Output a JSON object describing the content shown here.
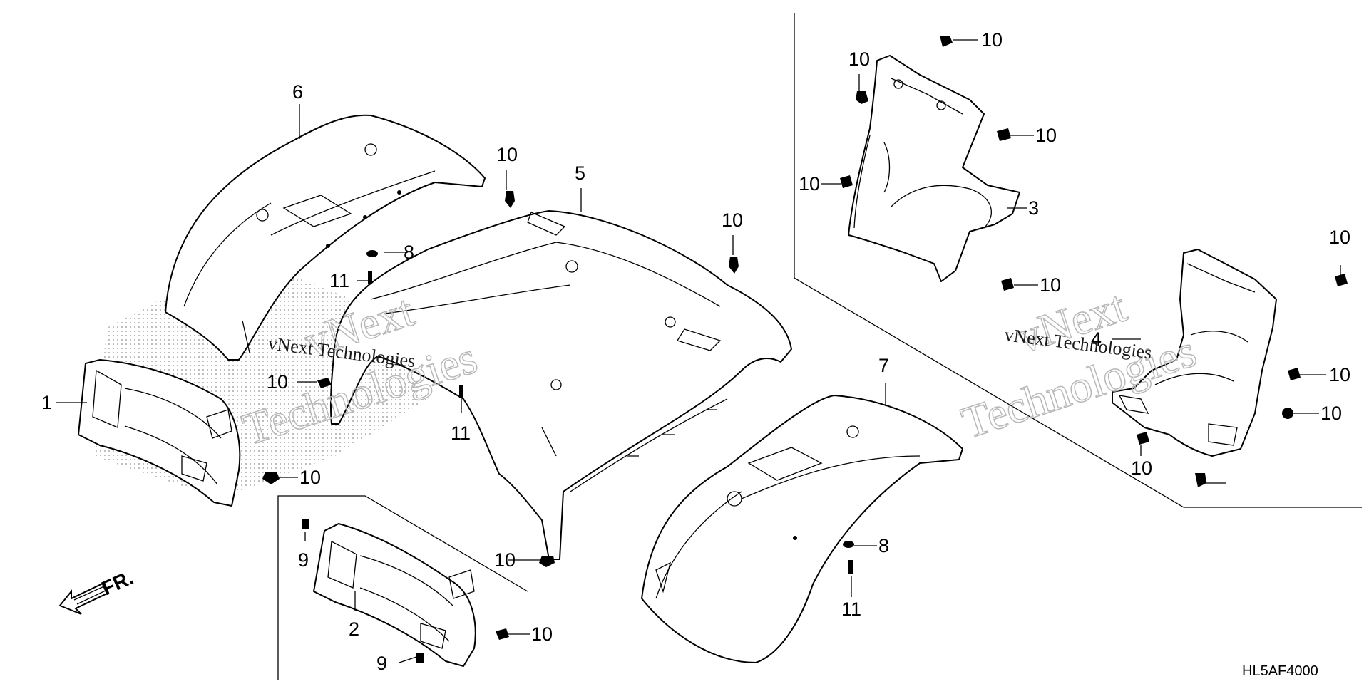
{
  "diagram_code": "HL5AF4000",
  "front_arrow_label": "FR.",
  "watermark": {
    "text_line1": "vNext",
    "text_line2": "Technologies",
    "inline_text": "vNext Technologies"
  },
  "callouts": {
    "p1": "1",
    "p2": "2",
    "p3": "3",
    "p4": "4",
    "p5": "5",
    "p6": "6",
    "p7": "7",
    "p8a": "8",
    "p8b": "8",
    "p9a": "9",
    "p9b": "9",
    "p10a": "10",
    "p10b": "10",
    "p10c": "10",
    "p10d": "10",
    "p10e": "10",
    "p10f": "10",
    "p10g": "10",
    "p10h": "10",
    "p10i": "10",
    "p10j": "10",
    "p10k": "10",
    "p10l": "10",
    "p10m": "10",
    "p10n": "10",
    "p10o": "10",
    "p11a": "11",
    "p11b": "11",
    "p11c": "11"
  }
}
